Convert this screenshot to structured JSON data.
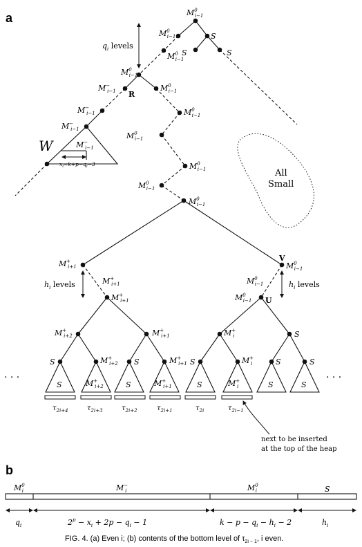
{
  "panel_a_label": "a",
  "panel_b_label": "b",
  "caption": "FIG. 4.   (a) Even i; (b) contents of the bottom level of τ",
  "caption_sub": "2i − 1",
  "caption_tail": ", i even.",
  "labels": {
    "M": "M",
    "S": "S",
    "W": "W",
    "R": "R",
    "V": "V",
    "U": "U",
    "sup0": "0",
    "supMinus": "−",
    "supPlus": "+",
    "sub_im1": "i−1",
    "sub_i": "i",
    "sub_ip1": "i+1",
    "sub_ip2": "i+2",
    "qi_levels_q": "q",
    "qi_levels_sub": "i",
    "qi_levels_word": " levels",
    "hi_levels_h": "h",
    "hi_levels_sub": "i",
    "hi_levels_word": " levels",
    "xi_formula": "x",
    "xi_formula_sub": "i",
    "xi_formula_rest": "=k+p−q",
    "xi_formula_rest_sub": "i",
    "xi_formula_tail": "−3",
    "all_small_line1": "All",
    "all_small_line2": "Small",
    "dots": ". . .",
    "next_line1": "next to be inserted",
    "next_line2": "at the top of the heap"
  },
  "taus": [
    {
      "t": "τ",
      "s": "2i+4"
    },
    {
      "t": "τ",
      "s": "2i+3"
    },
    {
      "t": "τ",
      "s": "2i+2"
    },
    {
      "t": "τ",
      "s": "2i+1"
    },
    {
      "t": "τ",
      "s": "2i"
    },
    {
      "t": "τ",
      "s": "2i−1"
    }
  ],
  "bar_segments": [
    {
      "label": "M",
      "sup": "0",
      "sub": "i",
      "width_label": "q",
      "width_sub": "i",
      "width_tail": ""
    },
    {
      "label": "M",
      "sup": "−",
      "sub": "i",
      "width_label": "2",
      "width_sup": "p",
      "width_tail": " − x",
      "width_tail_sub": "i",
      "width_tail2": " + 2p − q",
      "width_tail2_sub": "i",
      "width_tail3": " − 1"
    },
    {
      "label": "M",
      "sup": "0",
      "sub": "i",
      "width_label": "k − p − q",
      "width_sub": "i",
      "width_tail": " − h",
      "width_tail_sub": "i",
      "width_tail2": " − 2"
    },
    {
      "label": "S",
      "sup": "",
      "sub": "",
      "width_label": "h",
      "width_sub": "i",
      "width_tail": ""
    }
  ]
}
